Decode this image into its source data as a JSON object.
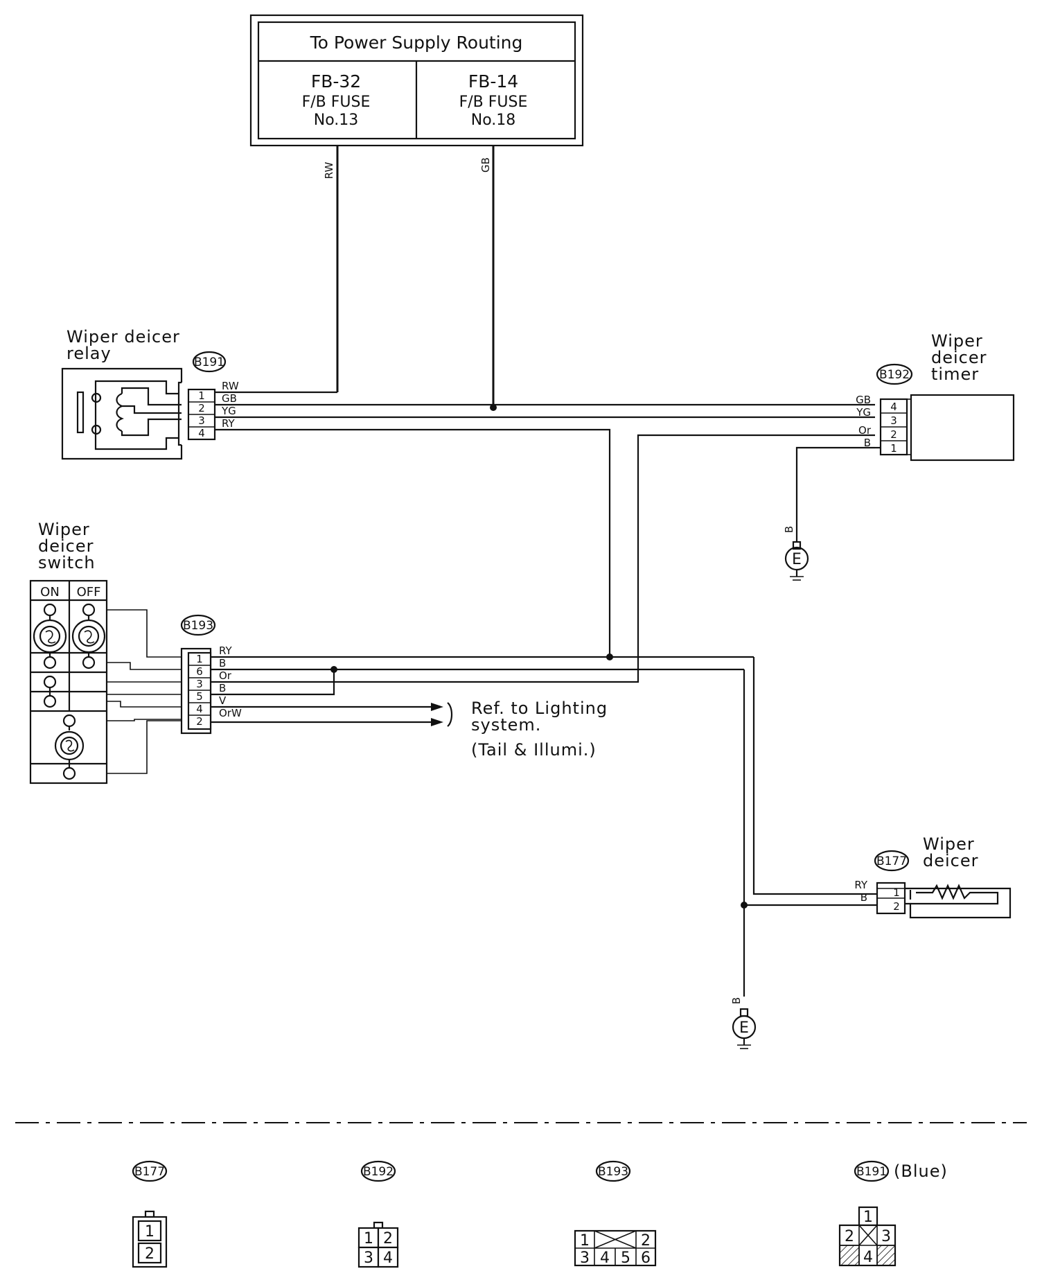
{
  "power_box": {
    "title": "To Power Supply Routing",
    "left": {
      "code": "FB-32",
      "type": "F/B FUSE",
      "no": "No.13"
    },
    "right": {
      "code": "FB-14",
      "type": "F/B FUSE",
      "no": "No.18"
    }
  },
  "trunk_wires": {
    "left": "RW",
    "right": "GB"
  },
  "relay": {
    "label_line1": "Wiper deicer",
    "label_line2": "relay",
    "connector": "B191",
    "pins": [
      "1",
      "2",
      "3",
      "4"
    ],
    "wires": [
      "RW",
      "GB",
      "YG",
      "RY"
    ]
  },
  "timer": {
    "label_line1": "Wiper",
    "label_line2": "deicer",
    "label_line3": "timer",
    "connector": "B192",
    "pins": [
      "4",
      "3",
      "2",
      "1"
    ],
    "wires": [
      "GB",
      "YG",
      "Or",
      "B"
    ],
    "ground_wire": "B",
    "ground_symbol": "E"
  },
  "switch": {
    "label_line1": "Wiper",
    "label_line2": "deicer",
    "label_line3": "switch",
    "on": "ON",
    "off": "OFF",
    "connector": "B193",
    "pins": [
      "1",
      "6",
      "3",
      "5",
      "4",
      "2"
    ],
    "wires": [
      "RY",
      "B",
      "Or",
      "B",
      "V",
      "OrW"
    ]
  },
  "reference": {
    "line1": "Ref. to Lighting",
    "line2": "system.",
    "line3": "(Tail & Illumi.)"
  },
  "deicer": {
    "label_line1": "Wiper",
    "label_line2": "deicer",
    "connector": "B177",
    "pins": [
      "1",
      "2"
    ],
    "wires": [
      "RY",
      "B"
    ],
    "ground_wire": "B",
    "ground_symbol": "E"
  },
  "connector_views": [
    {
      "id": "B177",
      "note": "",
      "cells": [
        "1",
        "2"
      ]
    },
    {
      "id": "B192",
      "note": "",
      "cells": [
        "1",
        "2",
        "3",
        "4"
      ]
    },
    {
      "id": "B193",
      "note": "",
      "cells": [
        "1",
        "2",
        "3",
        "4",
        "5",
        "6"
      ]
    },
    {
      "id": "B191",
      "note": "(Blue)",
      "cells": [
        "1",
        "2",
        "3",
        "4"
      ]
    }
  ]
}
